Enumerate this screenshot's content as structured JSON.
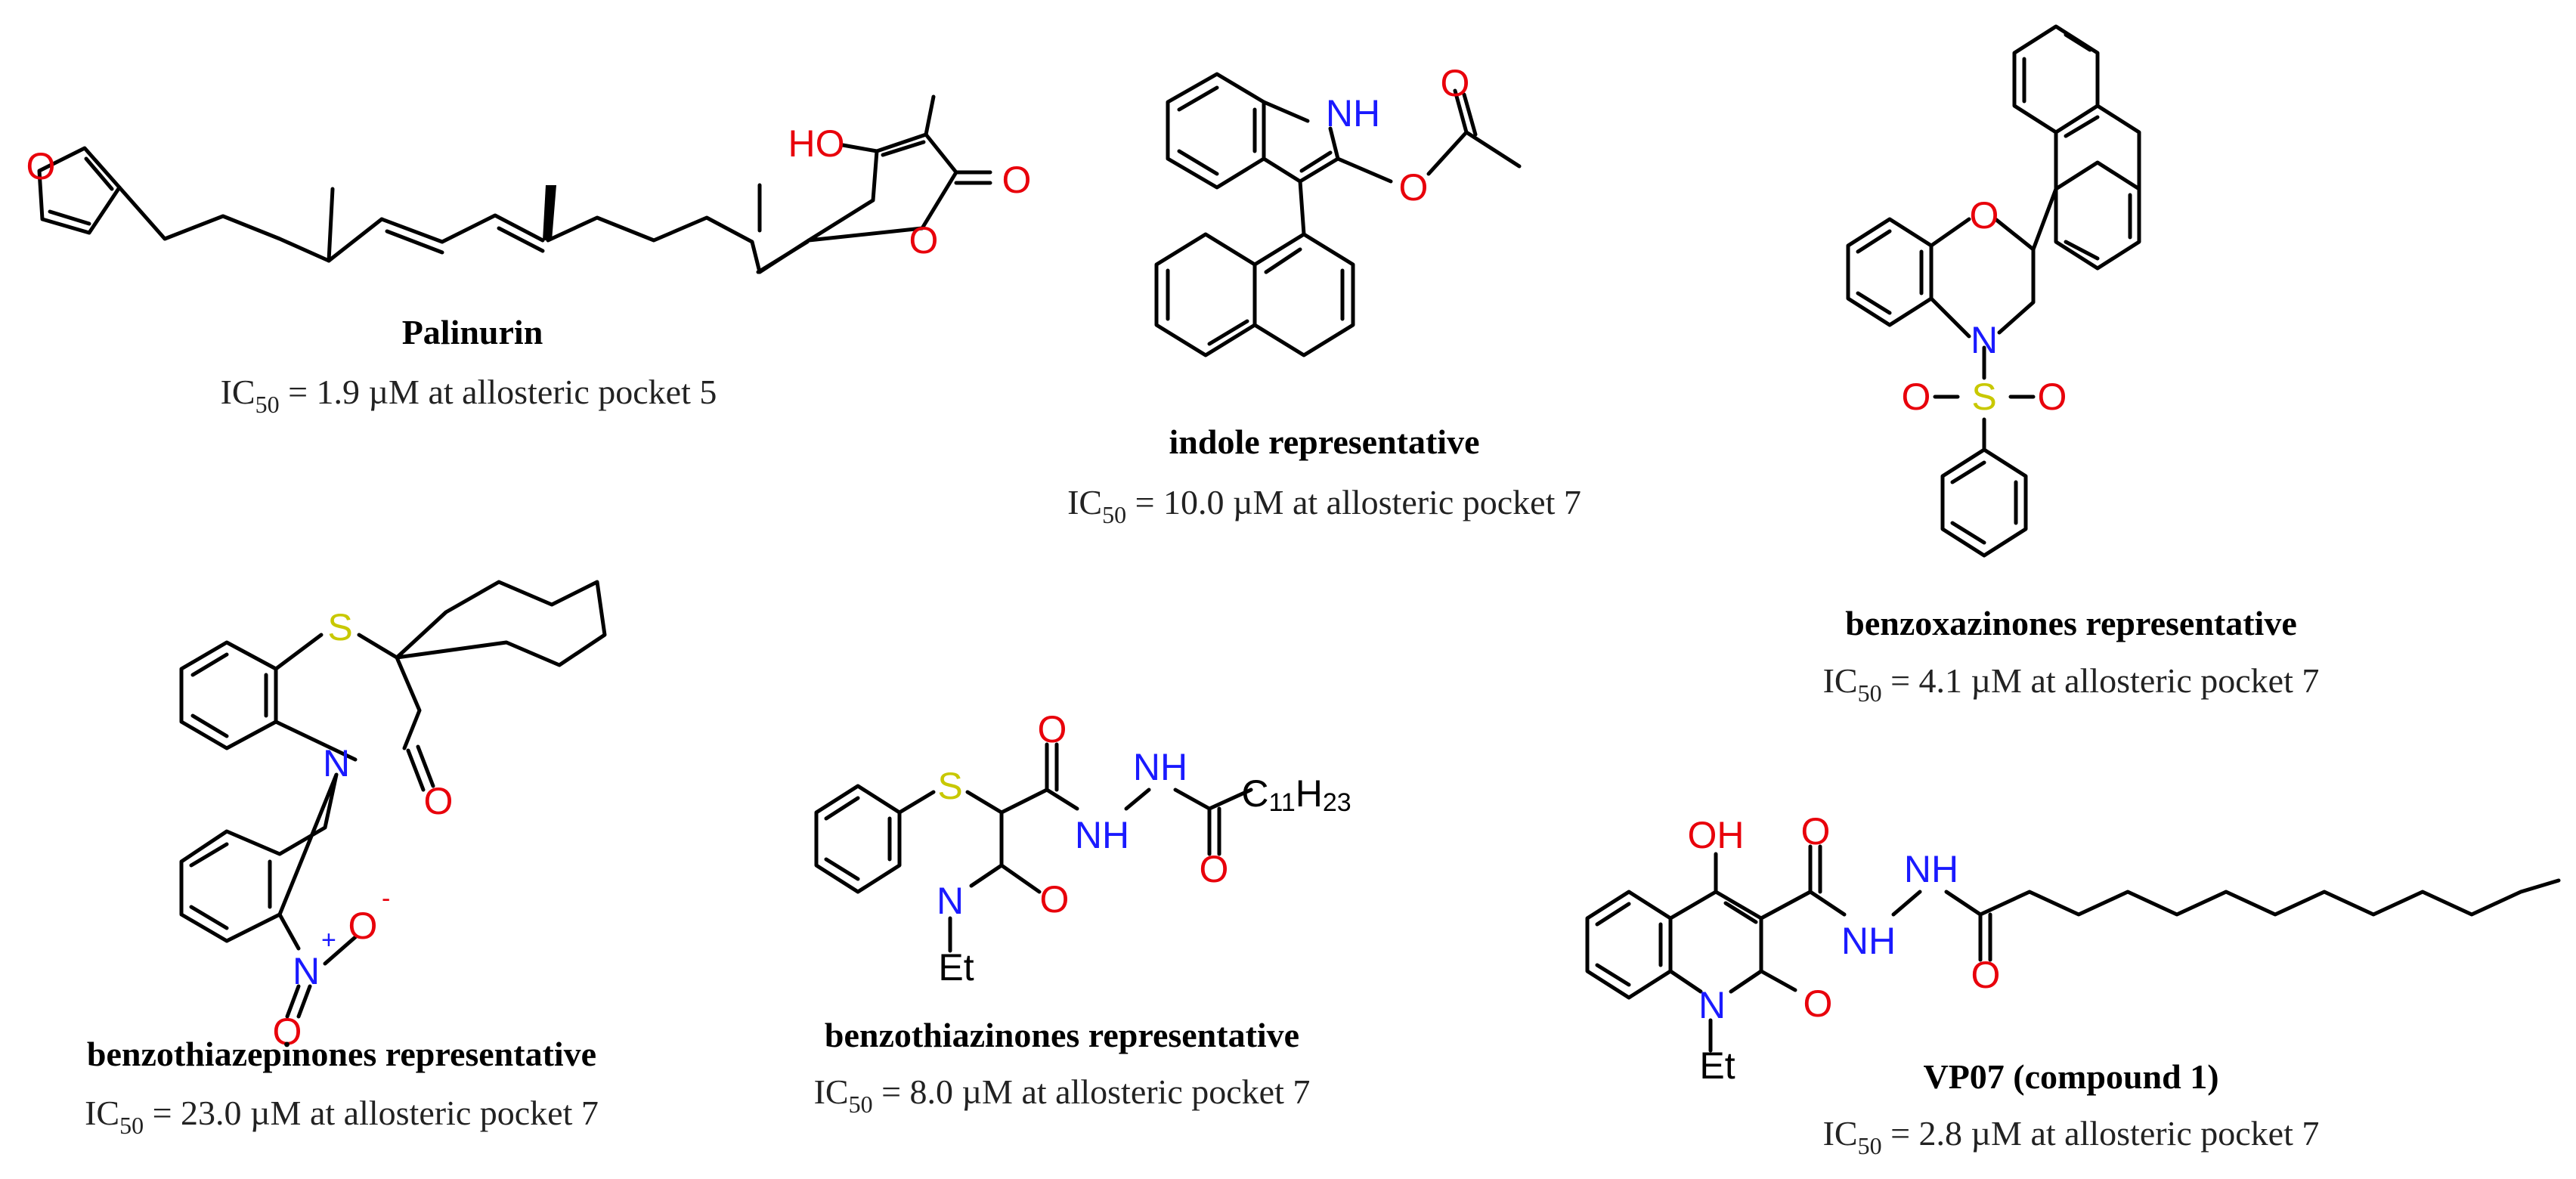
{
  "colors": {
    "carbon": "#000000",
    "oxygen": "#e8000b",
    "nitrogen": "#1a1aff",
    "sulfur": "#c8c800",
    "text": "#222222"
  },
  "molecules": [
    {
      "name": "Palinurin",
      "ic_prefix": "IC",
      "ic_sub": "50",
      "ic_rest": " = 1.9 µM at allosteric pocket 5",
      "atoms": {
        "furan_o": "O",
        "ho": "HO",
        "lactone_o": "O",
        "ring_o": "O"
      }
    },
    {
      "name": "indole representative",
      "ic_prefix": "IC",
      "ic_sub": "50",
      "ic_rest": " = 10.0 µM at allosteric pocket 7",
      "atoms": {
        "nh": "NH",
        "ester_o": "O",
        "carbonyl_o": "O"
      }
    },
    {
      "name": "benzoxazinones representative",
      "ic_prefix": "IC",
      "ic_sub": "50",
      "ic_rest": " = 4.1 µM at allosteric pocket 7",
      "atoms": {
        "ring_o": "O",
        "n": "N",
        "s": "S",
        "so_left": "O",
        "so_right": "O"
      }
    },
    {
      "name": "benzothiazepinones representative",
      "ic_prefix": "IC",
      "ic_sub": "50",
      "ic_rest": " = 23.0 µM at allosteric pocket 7",
      "atoms": {
        "s": "S",
        "n": "N",
        "o": "O",
        "nitro_n": "N",
        "nitro_plus": "+",
        "nitro_o_minus": "O",
        "minus": "-",
        "nitro_o": "O"
      }
    },
    {
      "name": "benzothiazinones representative",
      "ic_prefix": "IC",
      "ic_sub": "50",
      "ic_rest": " = 8.0 µM at allosteric pocket 7",
      "atoms": {
        "s": "S",
        "n": "N",
        "et": "Et",
        "o_ring": "O",
        "o_amide": "O",
        "nh1": "NH",
        "nh2": "NH",
        "o_acyl": "O",
        "chain_c": "C",
        "chain_c_sub": "11",
        "chain_h": "H",
        "chain_h_sub": "23"
      }
    },
    {
      "name": "VP07 (compound 1)",
      "ic_prefix": "IC",
      "ic_sub": "50",
      "ic_rest": " = 2.8 µM at allosteric pocket 7",
      "atoms": {
        "oh": "OH",
        "n": "N",
        "et": "Et",
        "o_ring": "O",
        "o_amide": "O",
        "nh1": "NH",
        "nh2": "NH",
        "o_acyl": "O"
      }
    }
  ]
}
